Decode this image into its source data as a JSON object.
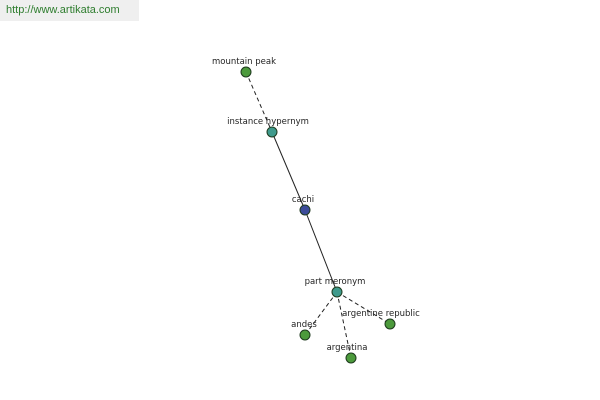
{
  "banner": {
    "url_text": "http://www.artikata.com"
  },
  "graph": {
    "colors": {
      "leaf": "#4c9a3c",
      "relation": "#3f9a8c",
      "root": "#3c4c9a",
      "stroke": "#1e3a1e",
      "edge": "#222222"
    },
    "nodes": [
      {
        "id": "mountain-peak",
        "label": "mountain peak",
        "kind": "leaf"
      },
      {
        "id": "instance-hypernym",
        "label": "instance hypernym",
        "kind": "relation"
      },
      {
        "id": "cachi",
        "label": "cachi",
        "kind": "root"
      },
      {
        "id": "part-meronym",
        "label": "part meronym",
        "kind": "relation"
      },
      {
        "id": "andes",
        "label": "andes",
        "kind": "leaf"
      },
      {
        "id": "argentine-republic",
        "label": "argentine republic",
        "kind": "leaf"
      },
      {
        "id": "argentina",
        "label": "argentina",
        "kind": "leaf"
      }
    ],
    "edges": [
      {
        "from": "mountain-peak",
        "to": "instance-hypernym",
        "style": "dashed"
      },
      {
        "from": "instance-hypernym",
        "to": "cachi",
        "style": "solid"
      },
      {
        "from": "cachi",
        "to": "part-meronym",
        "style": "solid"
      },
      {
        "from": "part-meronym",
        "to": "andes",
        "style": "dashed"
      },
      {
        "from": "part-meronym",
        "to": "argentine-republic",
        "style": "dashed"
      },
      {
        "from": "part-meronym",
        "to": "argentina",
        "style": "dashed"
      }
    ]
  }
}
